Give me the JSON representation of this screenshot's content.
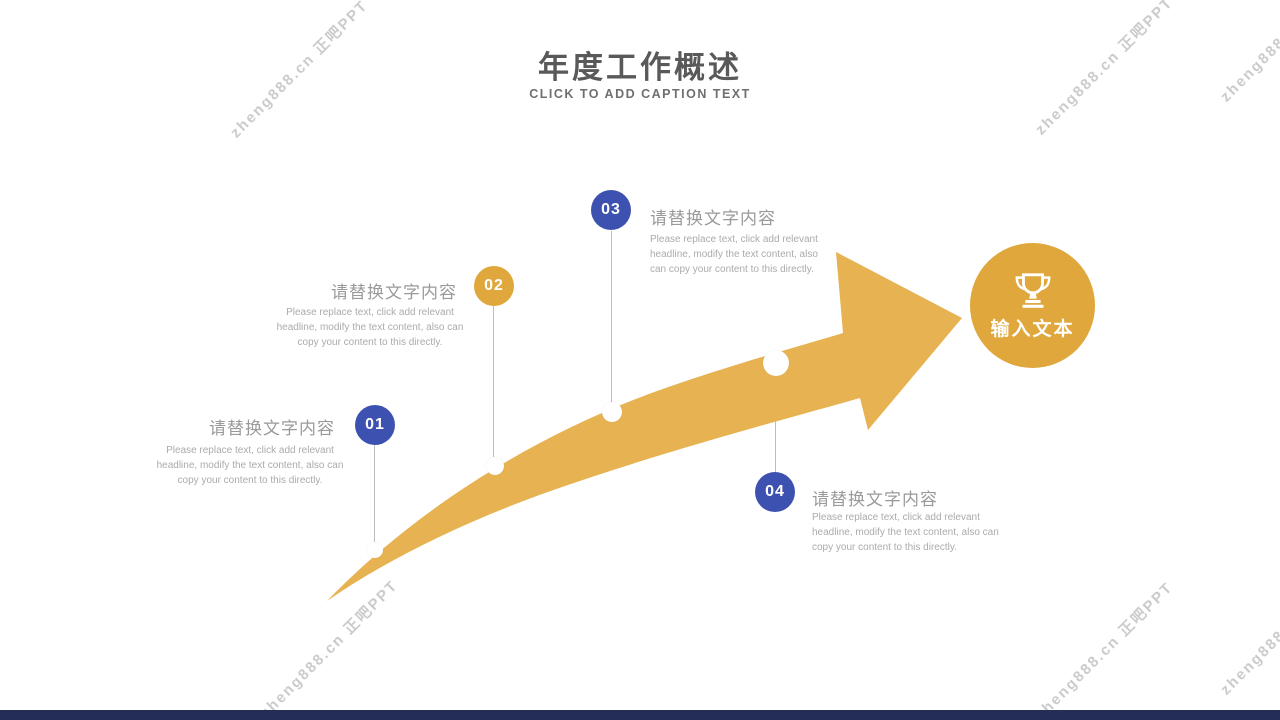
{
  "slide": {
    "title": "年度工作概述",
    "subtitle": "CLICK TO ADD CAPTION TEXT",
    "background": "#ffffff",
    "footer_color": "#232d55"
  },
  "watermark": {
    "text": "zheng888.cn 正吧PPT"
  },
  "diagram": {
    "arrow_color": "#e7b251",
    "milestones": [
      {
        "number": "01",
        "color": "#3d52b0",
        "heading": "请替换文字内容",
        "body": "Please replace text, click add relevant headline, modify the text content, also can copy your content to this directly."
      },
      {
        "number": "02",
        "color": "#dfa73c",
        "heading": "请替换文字内容",
        "body": "Please replace text, click add relevant headline, modify the text content, also can copy your content to this directly."
      },
      {
        "number": "03",
        "color": "#3d52b0",
        "heading": "请替换文字内容",
        "body": "Please replace text, click add relevant headline, modify the text content, also can copy your content to this directly."
      },
      {
        "number": "04",
        "color": "#3d52b0",
        "heading": "请替换文字内容",
        "body": "Please replace text, click add relevant headline, modify the text content, also can copy your content to this directly."
      }
    ],
    "goal": {
      "label": "输入文本",
      "icon": "trophy-icon",
      "color": "#dfa73c"
    }
  }
}
